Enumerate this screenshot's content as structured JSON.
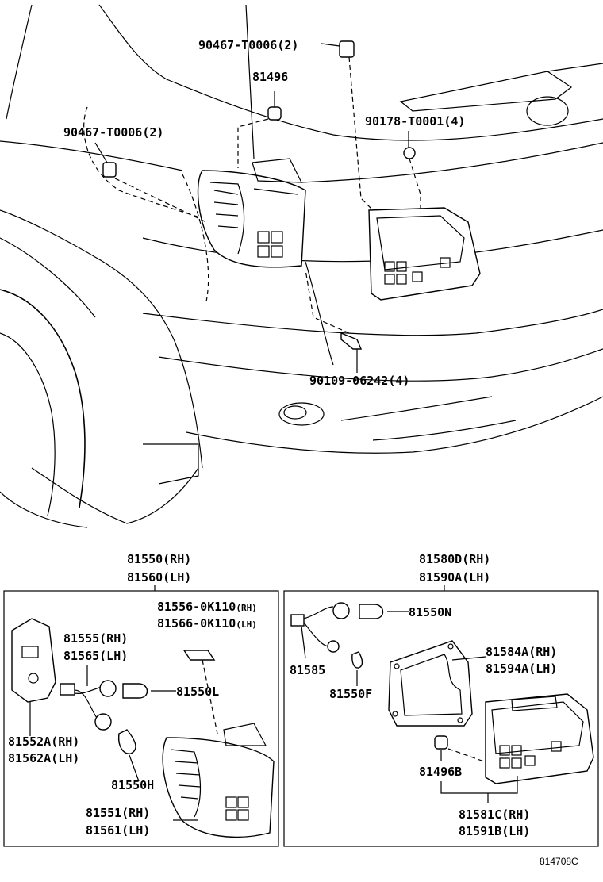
{
  "labels": {
    "clip_top": "90467-T0006",
    "clip_top_qty": "(2)",
    "clip_left": "90467-T0006",
    "clip_left_qty": "(2)",
    "part_81496": "81496",
    "nut": "90178-T0001",
    "nut_qty": "(4)",
    "screw": "90109-06242",
    "screw_qty": "(4)"
  },
  "left_box": {
    "title_rh": "81550",
    "title_rh_side": "(RH)",
    "title_lh": "81560",
    "title_lh_side": "(LH)",
    "seal_rh": "81556-0K110",
    "seal_rh_side": "(RH)",
    "seal_lh": "81566-0K110",
    "seal_lh_side": "(LH)",
    "socket_rh": "81555",
    "socket_rh_side": "(RH)",
    "socket_lh": "81565",
    "socket_lh_side": "(LH)",
    "bulb_l": "81550L",
    "cover_rh": "81552A",
    "cover_rh_side": "(RH)",
    "cover_lh": "81562A",
    "cover_lh_side": "(LH)",
    "bulb_h": "81550H",
    "lens_rh": "81551",
    "lens_rh_side": "(RH)",
    "lens_lh": "81561",
    "lens_lh_side": "(LH)"
  },
  "right_box": {
    "title_rh": "81580D",
    "title_rh_side": "(RH)",
    "title_lh": "81590A",
    "title_lh_side": "(LH)",
    "bulb_n": "81550N",
    "socket": "81585",
    "bulb_f": "81550F",
    "gasket_rh": "81584A",
    "gasket_rh_side": "(RH)",
    "gasket_lh": "81594A",
    "gasket_lh_side": "(LH)",
    "clip": "81496B",
    "lens_rh": "81581C",
    "lens_rh_side": "(RH)",
    "lens_lh": "81591B",
    "lens_lh_side": "(LH)"
  },
  "figure_code": "814708C"
}
